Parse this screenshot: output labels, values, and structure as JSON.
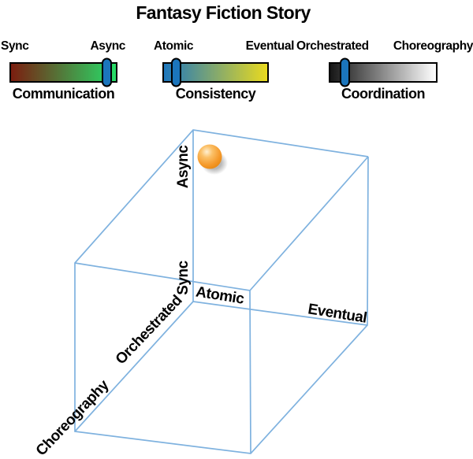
{
  "title": "Fantasy Fiction Story",
  "sliders": [
    {
      "id": "communication",
      "left_label": "Sync",
      "right_label": "Async",
      "caption": "Communication",
      "value_pct": 91,
      "gradient_from": "#7B1D0F",
      "gradient_to": "#26DE69"
    },
    {
      "id": "consistency",
      "left_label": "Atomic",
      "right_label": "Eventual",
      "caption": "Consistency",
      "value_pct": 12,
      "gradient_from": "#1E77BD",
      "gradient_to": "#E9DA1F"
    },
    {
      "id": "coordination",
      "left_label": "Orchestrated",
      "right_label": "Choreography",
      "caption": "Coordination",
      "value_pct": 14,
      "gradient_from": "#161616",
      "gradient_to": "#FFFFFF"
    }
  ],
  "slider_handle_color": "#1B75BC",
  "cube": {
    "line_color": "#7FB2DF",
    "labels": {
      "async": "Async",
      "sync": "Sync",
      "atomic": "Atomic",
      "eventual": "Eventual",
      "orchestrated": "Orchestrated",
      "choreography": "Choreography"
    },
    "marker": {
      "color": "#F59A2B",
      "position": "async-atomic-orchestrated-corner"
    }
  }
}
